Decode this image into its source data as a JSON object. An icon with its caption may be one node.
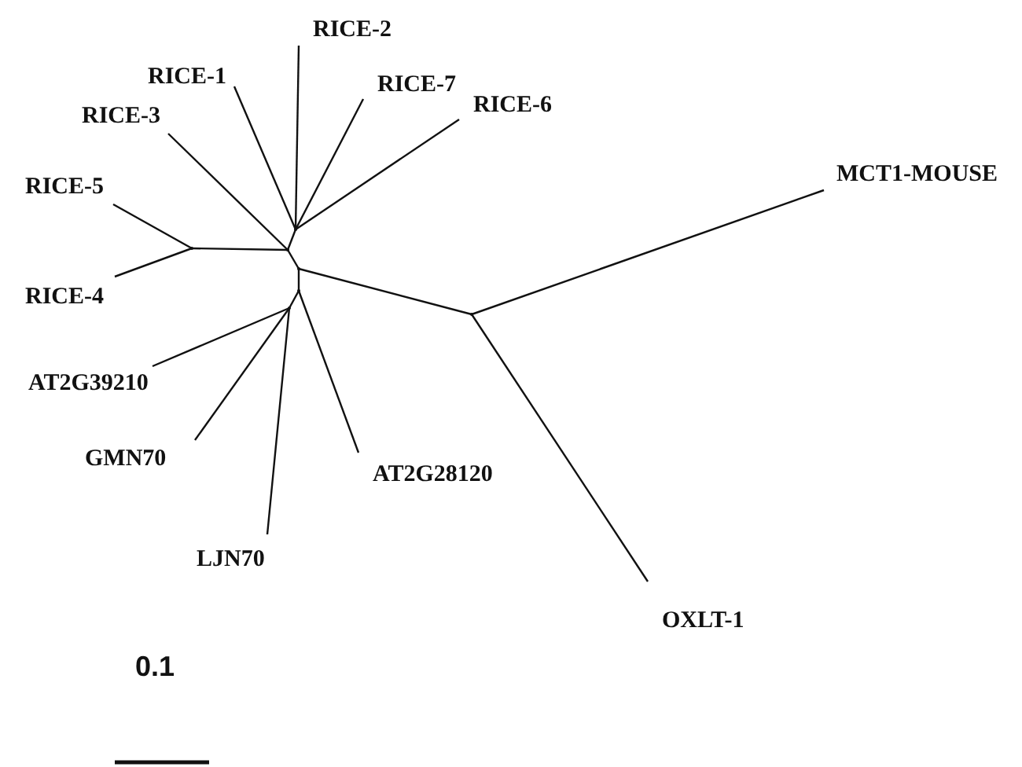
{
  "diagram": {
    "nodes": [
      {
        "text": [
          "RICE-2"
        ]
      },
      {
        "text": [
          "RICE-1"
        ]
      },
      {
        "text": [
          "RICE-7"
        ]
      },
      {
        "text": [
          "RICE-6"
        ]
      },
      {
        "text": [
          "RICE-3"
        ]
      },
      {
        "text": [
          "MCT1-MOUSE"
        ]
      },
      {
        "text": [
          "RICE-5"
        ]
      },
      {
        "text": [
          "RICE-4"
        ]
      },
      {
        "text": [
          "AT2G39210"
        ]
      },
      {
        "text": [
          "GMN70"
        ]
      },
      {
        "text": [
          "AT2G28120"
        ]
      },
      {
        "text": [
          "LJN70"
        ]
      },
      {
        "text": [
          "OXLT-1"
        ]
      },
      {
        "text": [],
        "shape": "point"
      },
      {
        "text": [],
        "shape": "point"
      },
      {
        "text": [],
        "shape": "point"
      },
      {
        "text": [],
        "shape": "point"
      },
      {
        "text": [],
        "shape": "point"
      },
      {
        "text": [],
        "shape": "point"
      },
      {
        "text": [],
        "shape": "point"
      }
    ],
    "edges": [
      {
        "from": 0,
        "to": 13,
        "arrow": "none"
      },
      {
        "from": 1,
        "to": 13,
        "arrow": "none"
      },
      {
        "from": 2,
        "to": 13,
        "arrow": "none"
      },
      {
        "from": 3,
        "to": 13,
        "arrow": "none"
      },
      {
        "from": 4,
        "to": 14,
        "arrow": "none"
      },
      {
        "from": 13,
        "to": 14,
        "arrow": "none"
      },
      {
        "from": 14,
        "to": 15,
        "arrow": "none"
      },
      {
        "from": 6,
        "to": 15,
        "arrow": "none"
      },
      {
        "from": 7,
        "to": 15,
        "arrow": "none"
      },
      {
        "from": 14,
        "to": 16,
        "arrow": "none"
      },
      {
        "from": 16,
        "to": 17,
        "arrow": "none"
      },
      {
        "from": 5,
        "to": 17,
        "arrow": "none"
      },
      {
        "from": 12,
        "to": 17,
        "arrow": "none"
      },
      {
        "from": 16,
        "to": 18,
        "arrow": "none"
      },
      {
        "from": 10,
        "to": 18,
        "arrow": "none"
      },
      {
        "from": 18,
        "to": 19,
        "arrow": "none"
      },
      {
        "from": 11,
        "to": 19,
        "arrow": "none"
      },
      {
        "from": 9,
        "to": 19,
        "arrow": "none"
      },
      {
        "from": 8,
        "to": 19,
        "arrow": "none"
      }
    ],
    "labels": [
      "0.1"
    ]
  }
}
